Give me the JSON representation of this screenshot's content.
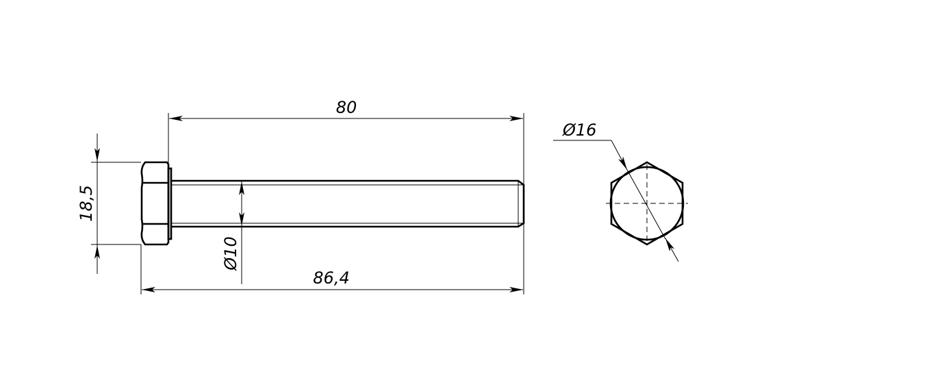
{
  "drawing": {
    "title": "Hex bolt drawing",
    "dimensions": {
      "shank_length": "80",
      "total_length": "86,4",
      "head_height": "18,5",
      "shank_diameter": "Ø10",
      "head_circle_diameter": "Ø16"
    }
  }
}
